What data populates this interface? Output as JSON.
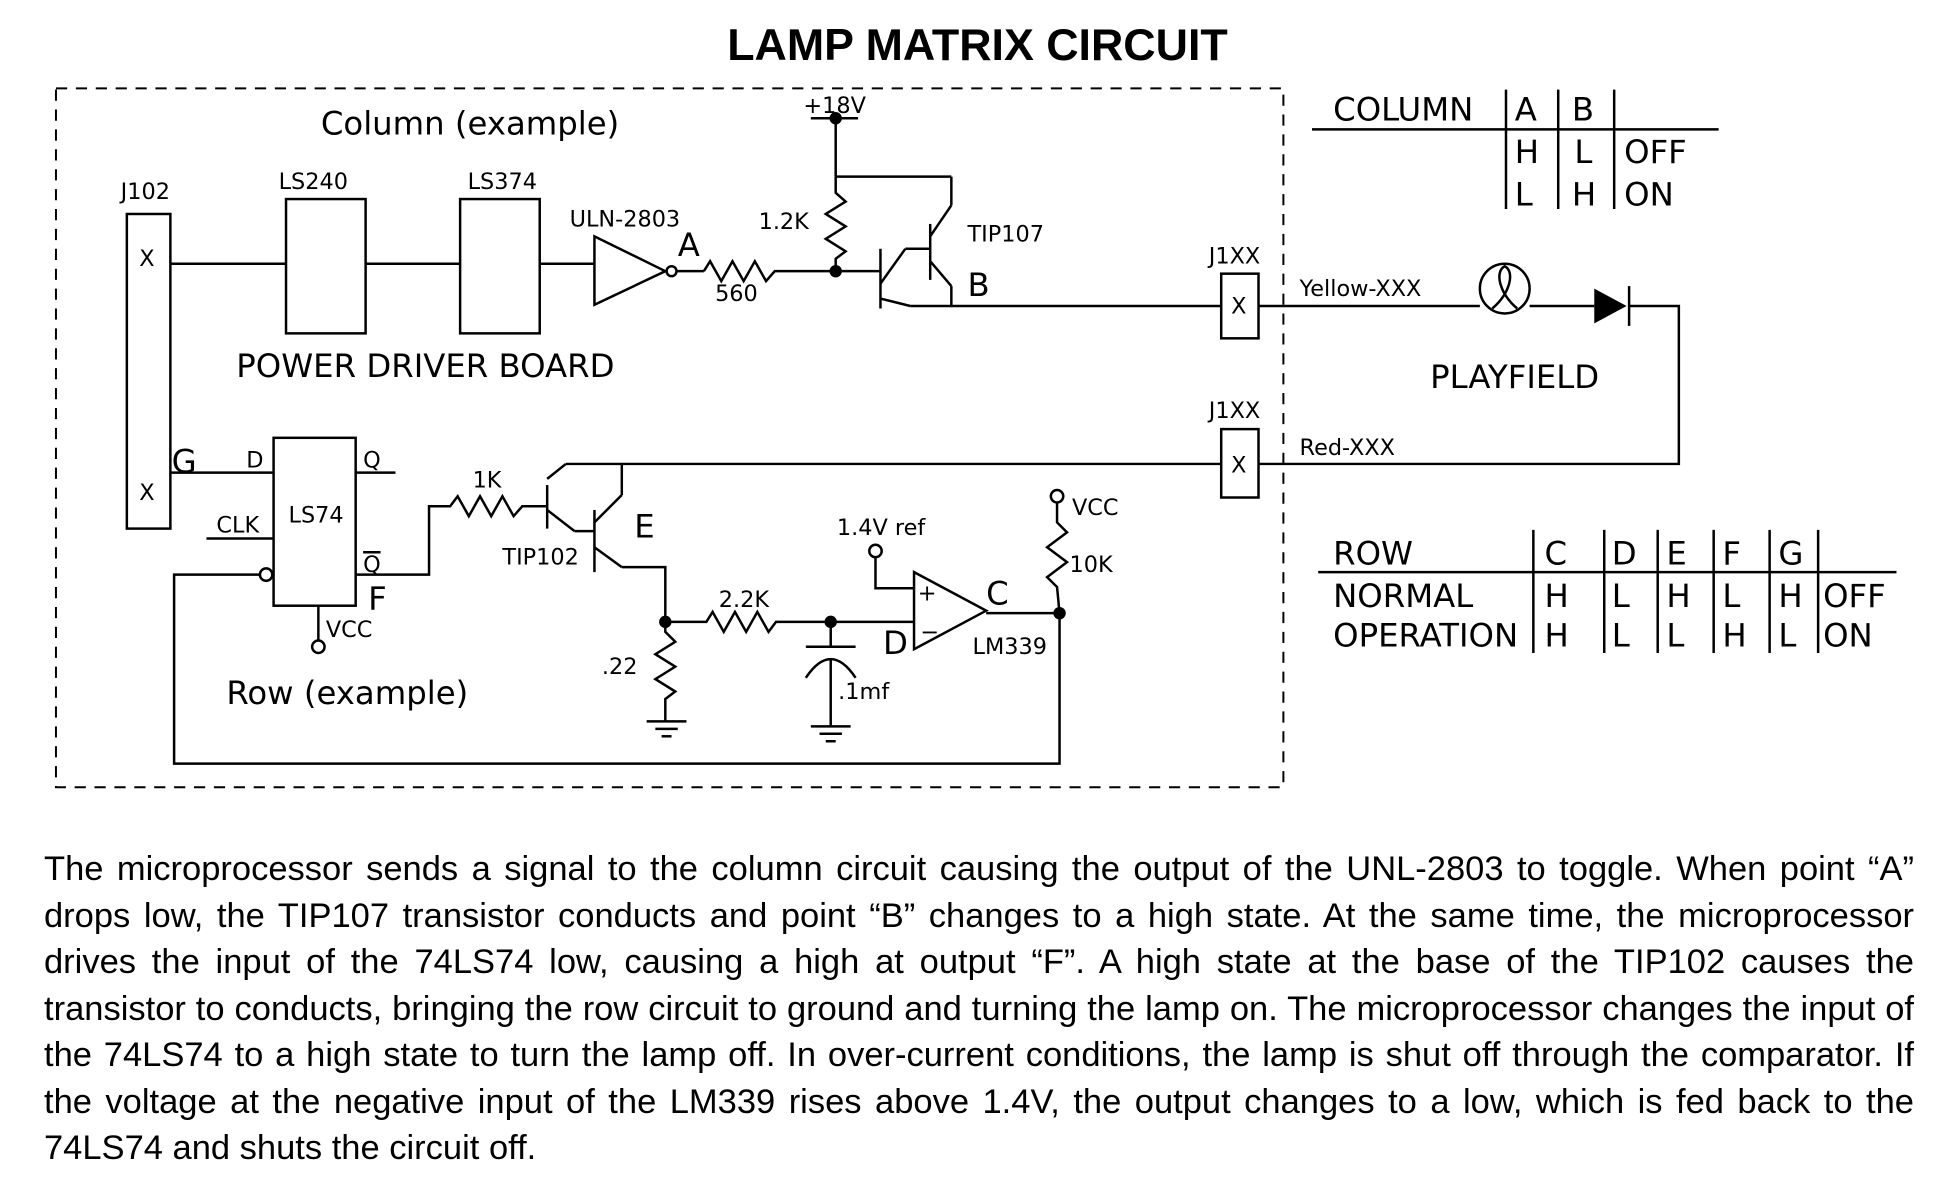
{
  "title": "LAMP MATRIX CIRCUIT",
  "column_section": {
    "label": "Column (example)",
    "board_label": "POWER DRIVER BOARD",
    "connector": "J102",
    "connector_pins": [
      "X",
      "X"
    ],
    "chips": [
      "LS240",
      "LS374"
    ],
    "driver": "ULN-2803",
    "point_a": "A",
    "resistor_560": "560",
    "resistor_1_2k": "1.2K",
    "supply": "+18V",
    "transistor": "TIP107",
    "point_b": "B"
  },
  "playfield": {
    "label": "PLAYFIELD",
    "connector_top": "J1XX",
    "connector_bottom": "J1XX",
    "pin": "X",
    "wire_top": "Yellow-XXX",
    "wire_bottom": "Red-XXX"
  },
  "row_section": {
    "label": "Row (example)",
    "point_g": "G",
    "flipflop": "LS74",
    "pin_d": "D",
    "pin_clk": "CLK",
    "pin_q": "Q",
    "pin_qbar": "Q",
    "point_f": "F",
    "vcc": "VCC",
    "resistor_1k": "1K",
    "transistor": "TIP102",
    "point_e": "E",
    "resistor_022": ".22",
    "resistor_2_2k": "2.2K",
    "capacitor": ".1mf",
    "point_d": "D",
    "ref": "1.4V  ref",
    "comparator": "LM339",
    "point_c": "C",
    "pullup_vcc": "VCC",
    "resistor_10k": "10K",
    "plus": "+",
    "minus": "−"
  },
  "column_table": {
    "header": [
      "COLUMN",
      "A",
      "B",
      ""
    ],
    "rows": [
      [
        "",
        "H",
        "L",
        "OFF"
      ],
      [
        "",
        "L",
        "H",
        "ON"
      ]
    ]
  },
  "row_table": {
    "header": [
      "ROW",
      "C",
      "D",
      "E",
      "F",
      "G",
      ""
    ],
    "rows": [
      [
        "NORMAL",
        "H",
        "L",
        "H",
        "L",
        "H",
        "OFF"
      ],
      [
        "OPERATION",
        "H",
        "L",
        "L",
        "H",
        "L",
        "ON"
      ]
    ]
  },
  "description": "The microprocessor sends a signal to the column circuit causing  the output of the UNL-2803 to toggle. When point “A” drops low, the TIP107 transistor conducts and point “B” changes to a high state.  At the same time, the microprocessor drives the input of the 74LS74 low, causing a high at output “F”.  A high state at the base of the TIP102 causes the transistor to conducts, bringing the row circuit to ground and turning the lamp on.  The microprocessor changes the input of the 74LS74 to a high state to turn the lamp off.  In over-current conditions, the lamp is shut off through the comparator.  If the voltage at the negative input of the LM339 rises above 1.4V, the output changes to a low, which is fed back to the 74LS74 and shuts the circuit off."
}
